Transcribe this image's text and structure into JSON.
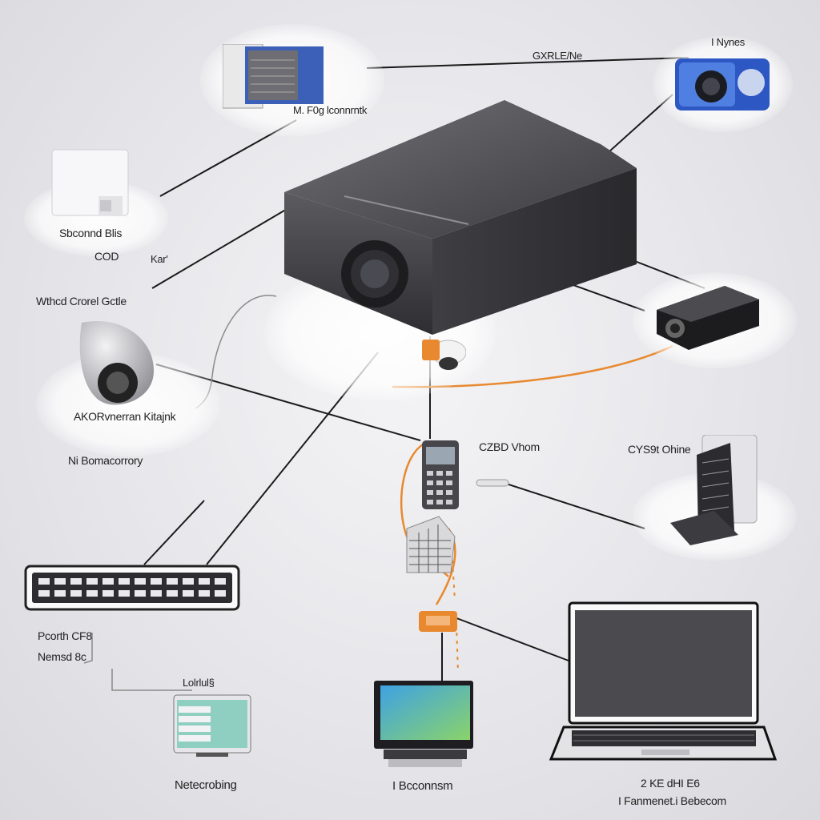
{
  "labels": {
    "top_center": "GXRLE/Ne",
    "top_right": "I Nynes",
    "top_left_device": "M. F0g lconnrntk",
    "left_box_1": "Sbconnd Blis",
    "cod": "COD",
    "kar": "Kar'",
    "webcam_title": "Wthcd Crorel Gctle",
    "webcam_desc": "AKORvnerran Kitajnk",
    "webcam_sub": "Ni Bomacorrory",
    "remote": "CZBD Vhom",
    "right_adapter": "CYS9t Ohine",
    "hub_1": "Pcorth CF8",
    "hub_2": "Nemsd 8c",
    "small_monitor_top": "Lolrlul§",
    "small_monitor": "Netecrobing",
    "tablet": "I Bcconnsm",
    "laptop_1": "2 KE dHI E6",
    "laptop_2": "I Fanmenet.i Bebecom"
  },
  "colors": {
    "accent_orange": "#e8892f",
    "projector_body": "#4a4a4d",
    "wire": "#1a1a1a",
    "screen_blue": "#2f6fd0"
  }
}
